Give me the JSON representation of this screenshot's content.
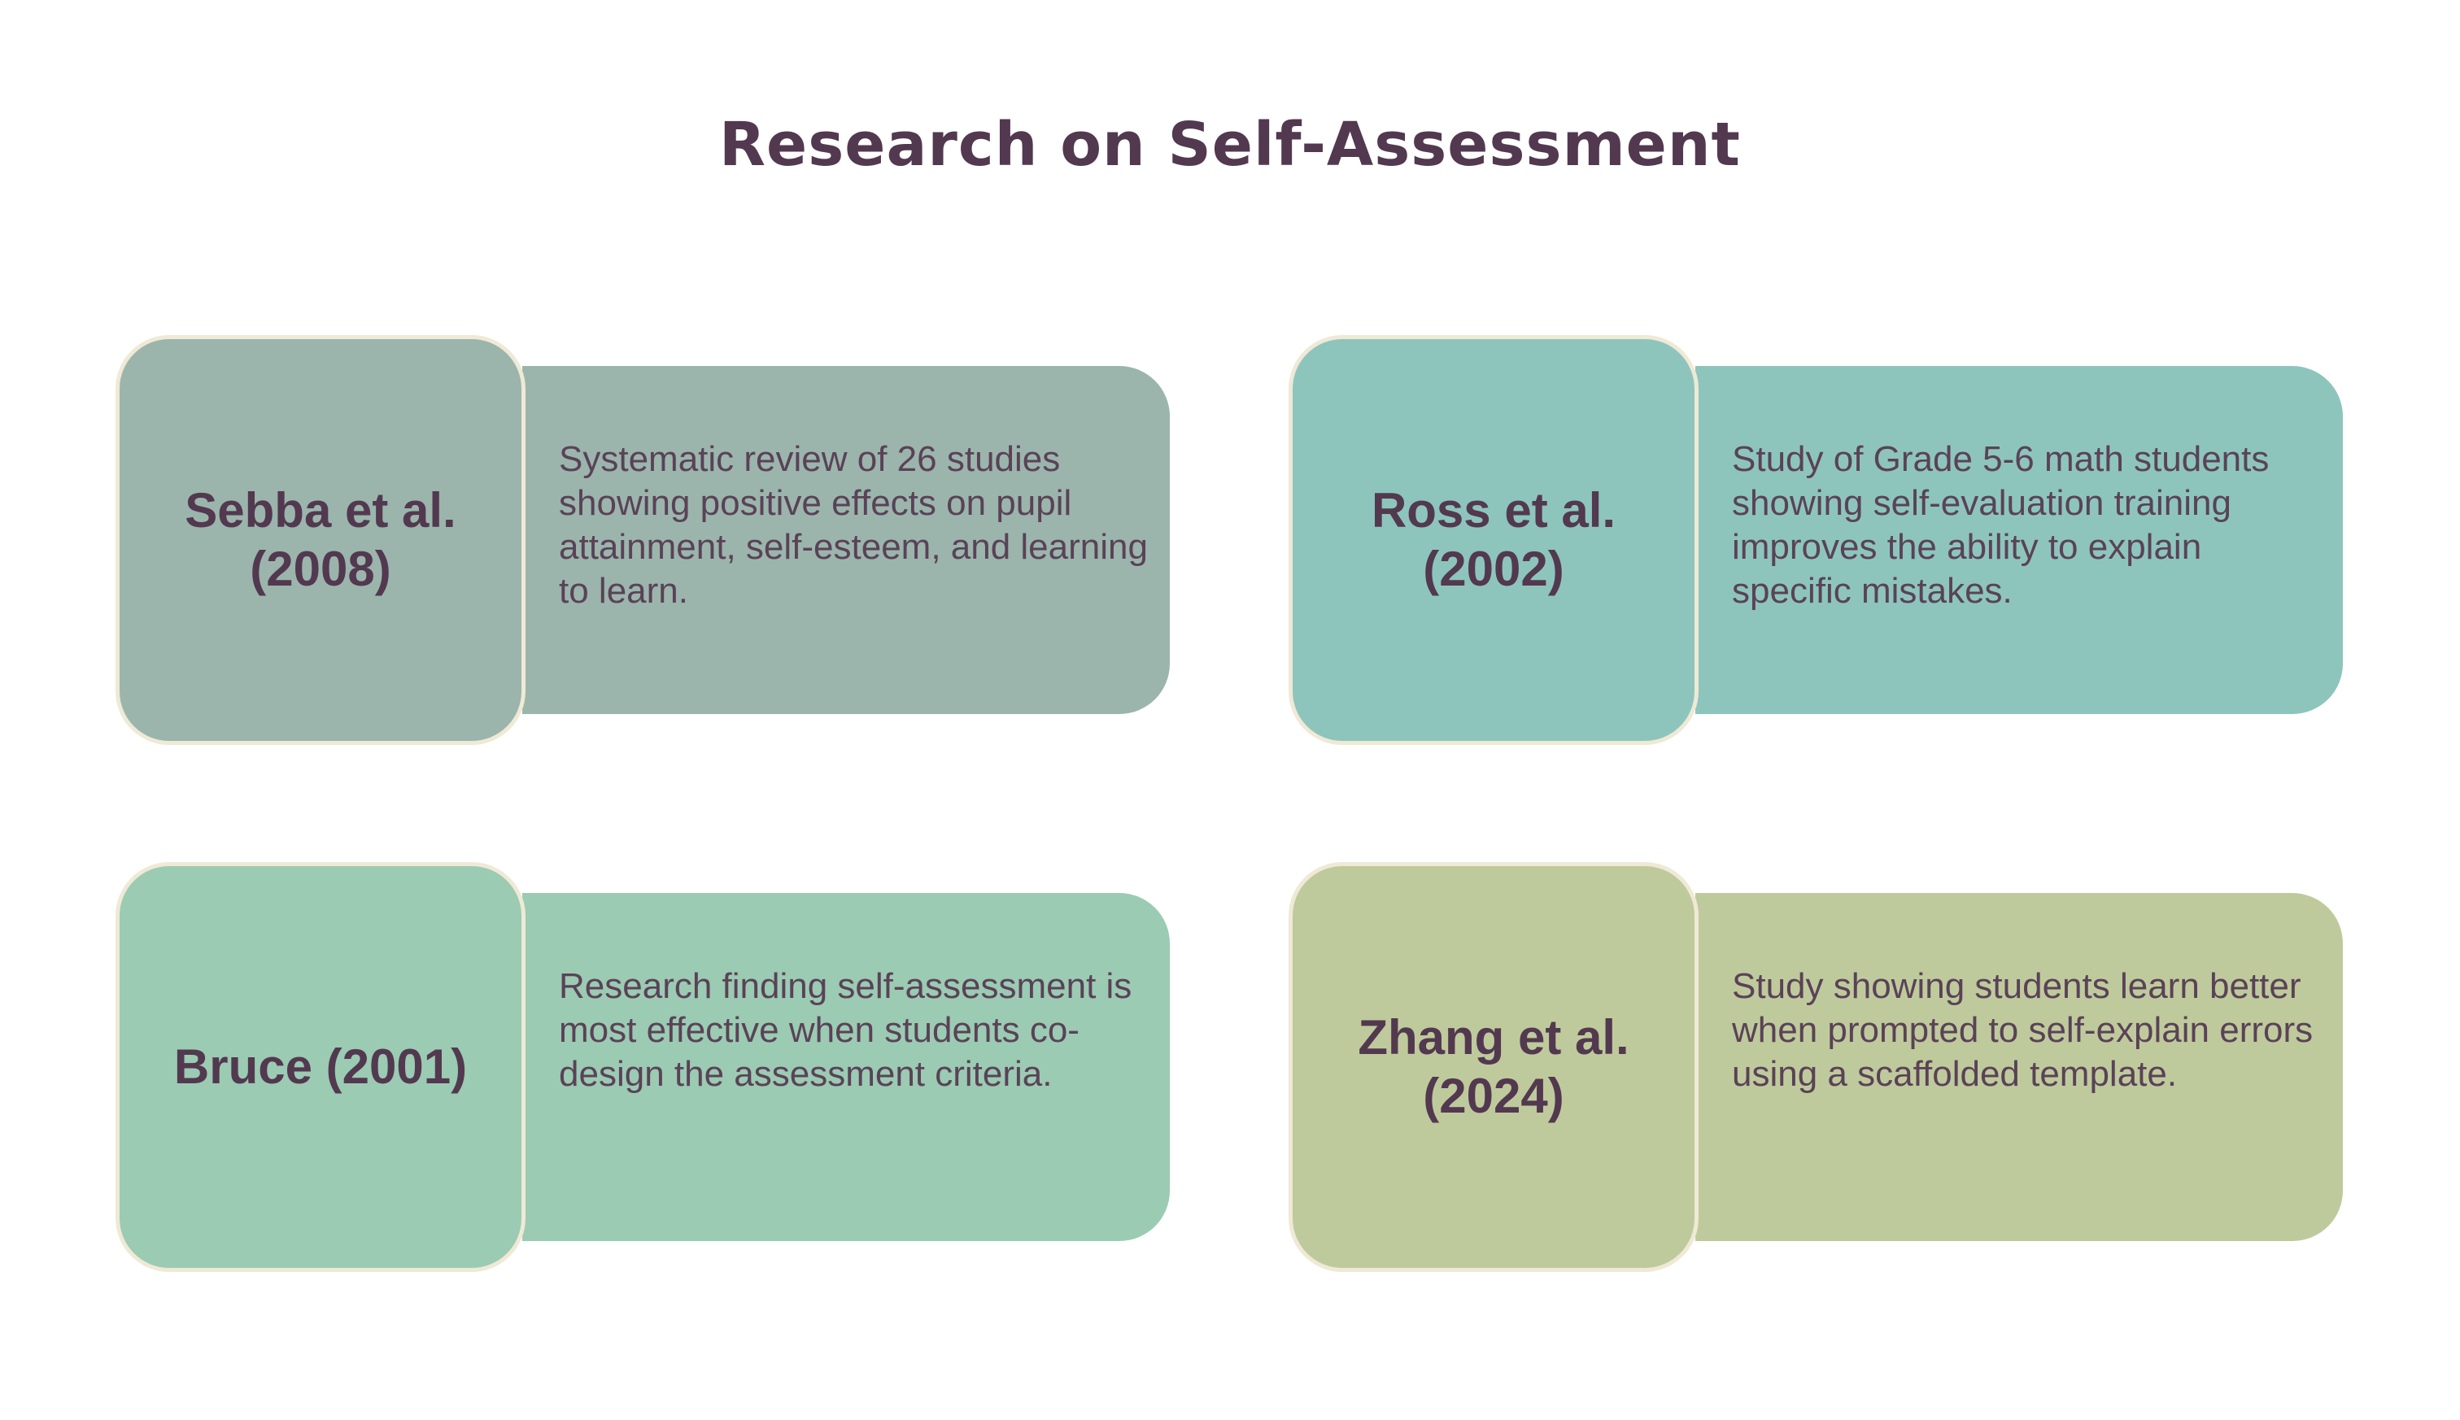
{
  "title": "Research on Self-Assessment",
  "colors": {
    "title_text": "#52394f",
    "box_border": "#efe9d6",
    "card_1": "#9bb5ac",
    "card_2": "#8dc5bd",
    "card_3": "#9bcbb3",
    "card_4": "#bfca9c"
  },
  "cards": [
    {
      "author": "Sebba et al. (2008)",
      "description": "Systematic review of 26 studies showing positive effects on pupil attainment, self-esteem, and learning to learn."
    },
    {
      "author": "Ross et al. (2002)",
      "description": "Study of Grade 5-6 math students showing self-evaluation training improves the ability to explain specific mistakes."
    },
    {
      "author": "Bruce (2001)",
      "description": "Research finding self-assessment is most effective when students co-design the assessment criteria."
    },
    {
      "author": "Zhang et al. (2024)",
      "description": "Study showing students learn better when prompted to self-explain errors using a scaffolded template."
    }
  ]
}
